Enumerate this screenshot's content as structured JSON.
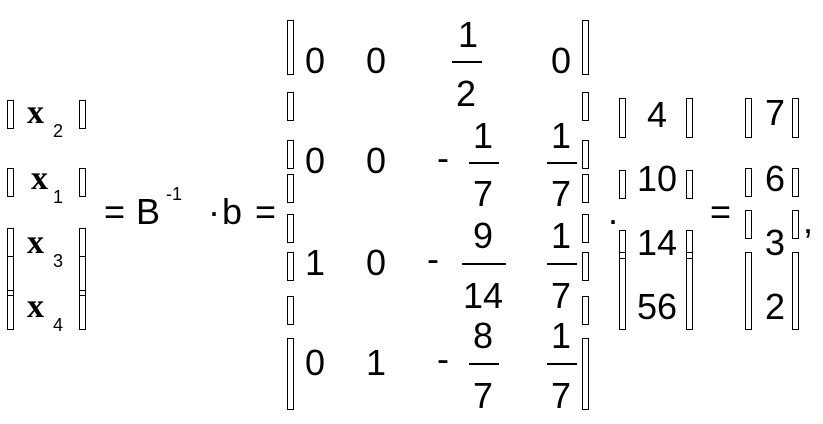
{
  "vector_x": [
    {
      "name": "x",
      "sub": "2"
    },
    {
      "name": "x",
      "sub": "1"
    },
    {
      "name": "x",
      "sub": "3"
    },
    {
      "name": "x",
      "sub": "4"
    }
  ],
  "equals": "=",
  "B_symbol": "B",
  "B_exponent": "-1",
  "dot_operator": "·",
  "b_symbol": "b",
  "matrix": [
    [
      {
        "v": "0"
      },
      {
        "v": "0"
      },
      {
        "num": "1",
        "den": "2"
      },
      {
        "v": "0"
      }
    ],
    [
      {
        "v": "0"
      },
      {
        "v": "0"
      },
      {
        "neg": "-",
        "num": "1",
        "den": "7"
      },
      {
        "num": "1",
        "den": "7"
      }
    ],
    [
      {
        "v": "1"
      },
      {
        "v": "0"
      },
      {
        "neg": "-",
        "num": "9",
        "den": "14"
      },
      {
        "num": "1",
        "den": "7"
      }
    ],
    [
      {
        "v": "0"
      },
      {
        "v": "1"
      },
      {
        "neg": "-",
        "num": "8",
        "den": "7"
      },
      {
        "num": "1",
        "den": "7"
      }
    ]
  ],
  "mult_dot": ".",
  "vector_b": [
    "4",
    "10",
    "14",
    "56"
  ],
  "result": [
    "7",
    "6",
    "3",
    "2"
  ],
  "comma": ","
}
